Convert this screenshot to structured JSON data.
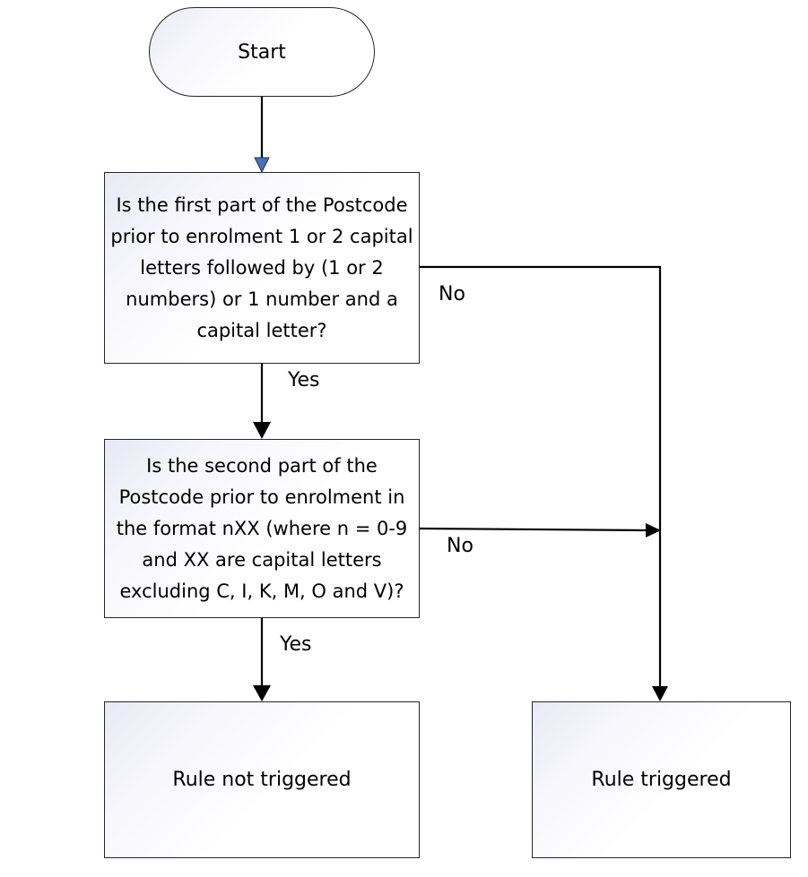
{
  "nodes": {
    "start": {
      "label": "Start"
    },
    "decision_1": {
      "question": "Is the first part of the Postcode prior to enrolment 1 or 2 capital letters followed by (1 or 2 numbers) or 1 number and a capital letter?"
    },
    "decision_2": {
      "question": "Is the second part of the Postcode prior to enrolment in the format nXX (where n = 0-9 and XX are capital letters excluding C, I, K, M, O and V)?"
    },
    "outcome_not_triggered": {
      "label": "Rule not triggered"
    },
    "outcome_triggered": {
      "label": "Rule triggered"
    }
  },
  "edges": {
    "decision_1_yes": "Yes",
    "decision_1_no": "No",
    "decision_2_yes": "Yes",
    "decision_2_no": "No"
  },
  "colors": {
    "line": "#000000",
    "start_arrowhead": "#4a6fb5",
    "node_border": "#262626"
  }
}
